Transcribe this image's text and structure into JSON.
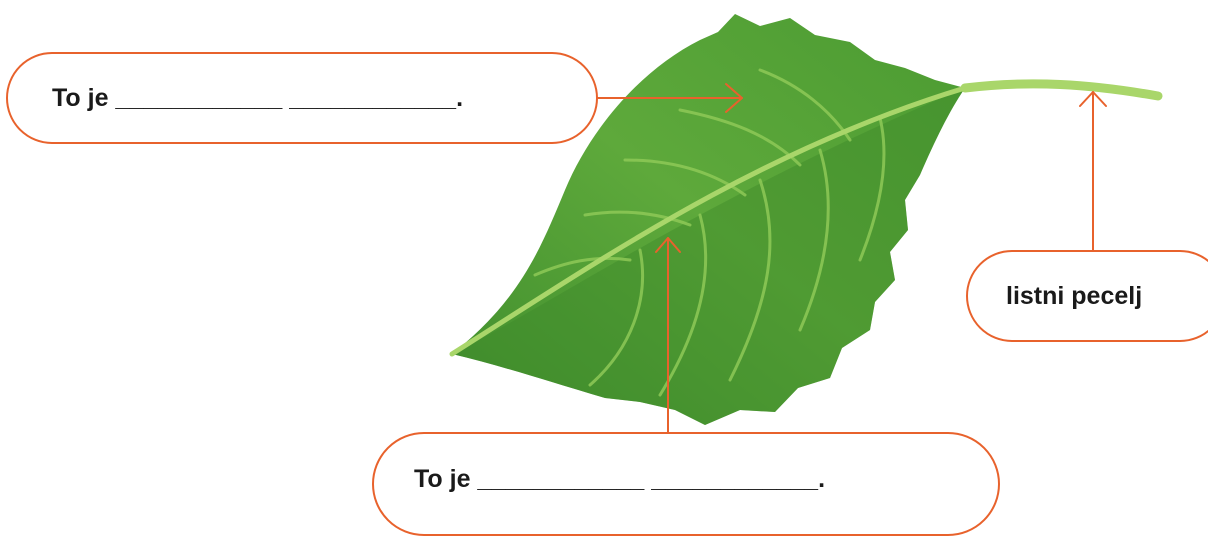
{
  "labels": {
    "top": "To je ____________ ____________.",
    "bottom": "To je ____________ ____________.",
    "right": "listni pecelj"
  },
  "colors": {
    "accent": "#e8622c",
    "leaf_light": "#7fc24a",
    "leaf_mid": "#5aa83a",
    "leaf_dark": "#3d8a2c",
    "vein": "#a9d66a"
  }
}
